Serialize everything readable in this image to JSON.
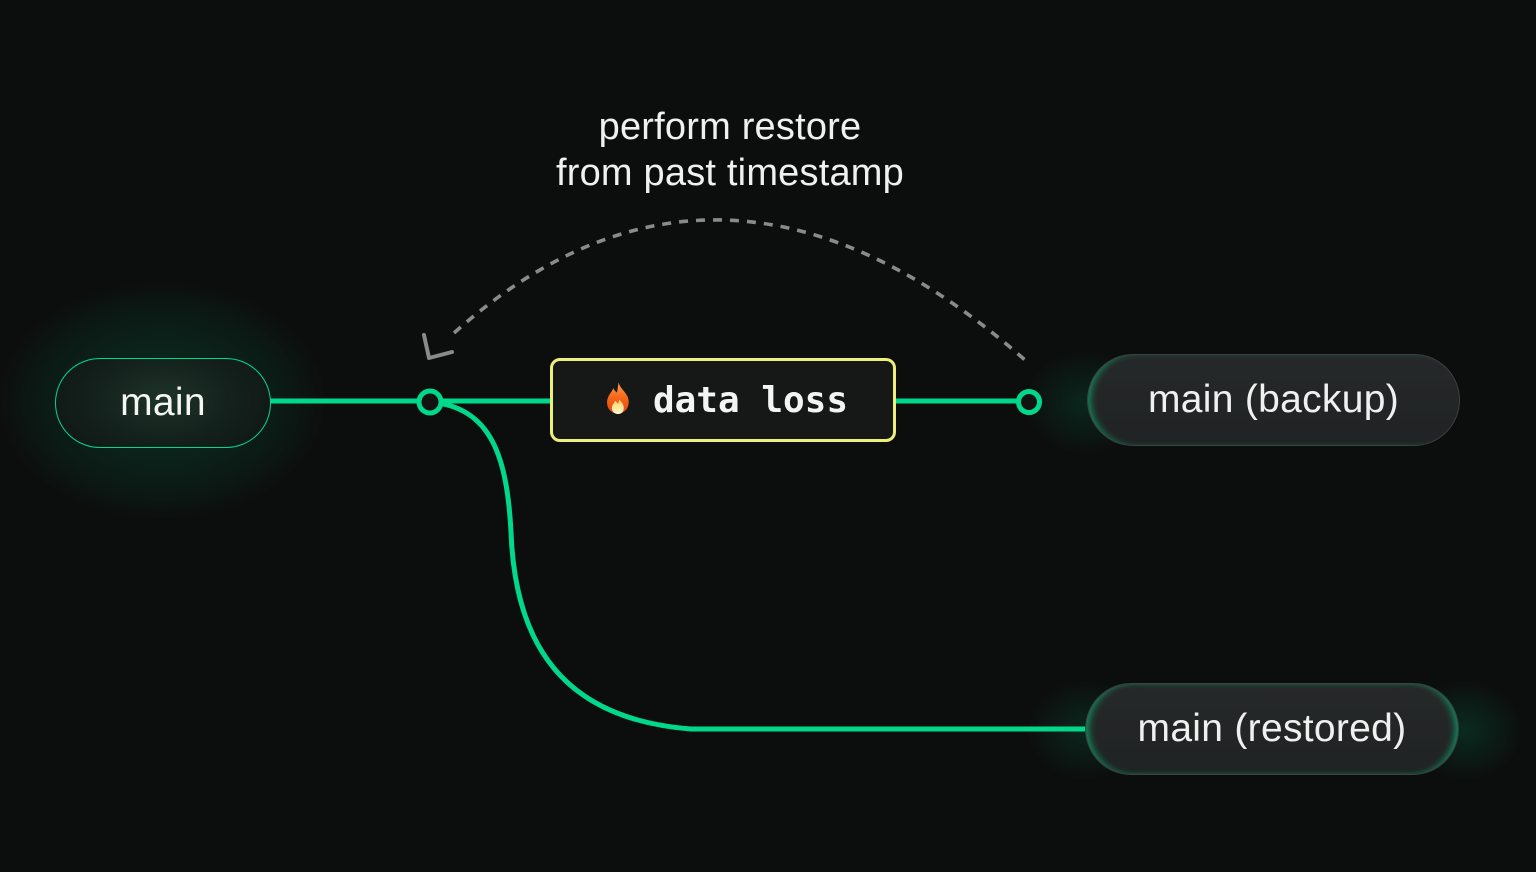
{
  "colors": {
    "bg": "#0c0e0d",
    "green": "#00d98c",
    "yellow": "#edef7a",
    "dash": "#878b89",
    "text": "#eef1f0",
    "pill-border": "#3d4140",
    "box-bg": "#161818",
    "node-fill": "#111312"
  },
  "annotation": {
    "line1": "perform restore",
    "line2": "from past timestamp"
  },
  "nodes": {
    "main": {
      "label": "main"
    },
    "data_loss": {
      "label": "data loss"
    },
    "backup": {
      "label": "main (backup)"
    },
    "restored": {
      "label": "main (restored)"
    }
  },
  "icons": {
    "fire-icon": "🔥"
  }
}
